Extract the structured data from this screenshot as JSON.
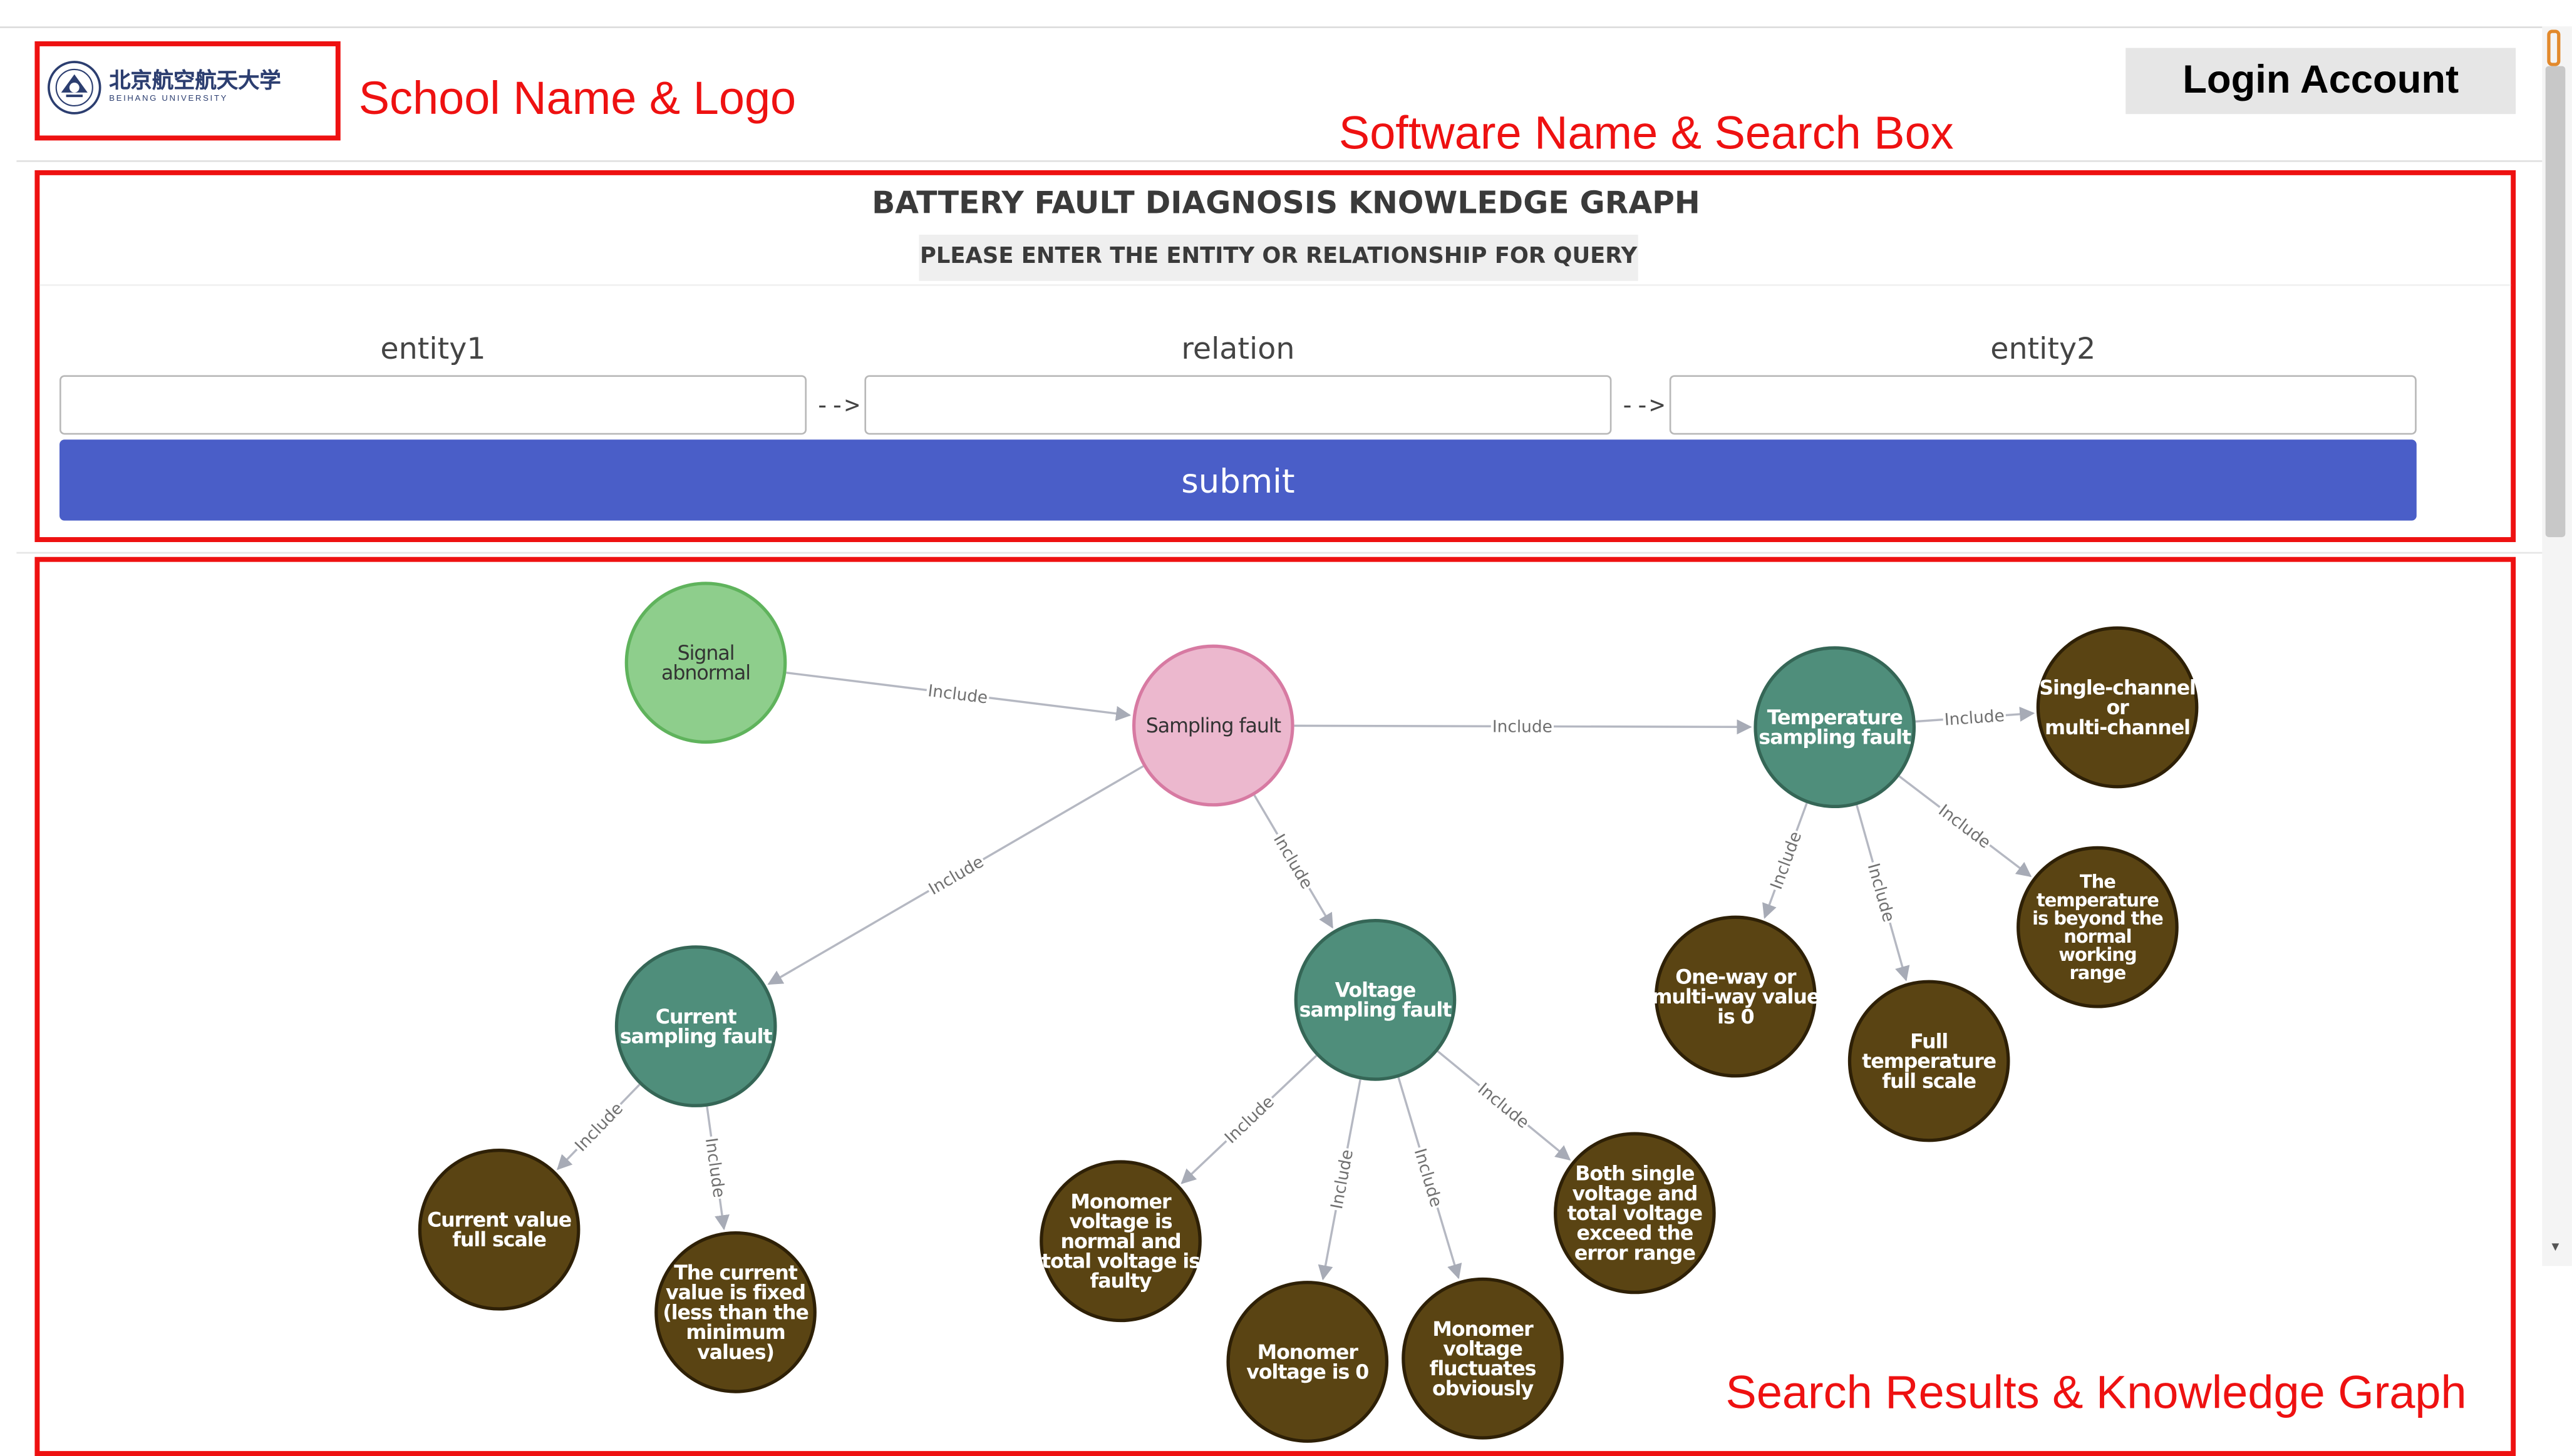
{
  "header": {
    "logo": {
      "name_cn": "北京航空航天大学",
      "name_en": "BEIHANG UNIVERSITY"
    },
    "login_label": "Login Account"
  },
  "annotations": {
    "school": "School Name & Logo",
    "software": "Software Name & Search Box",
    "results": "Search Results & Knowledge Graph",
    "color": "#ee1111"
  },
  "search": {
    "title": "BATTERY FAULT DIAGNOSIS KNOWLEDGE GRAPH",
    "subtitle": "PLEASE ENTER THE ENTITY OR RELATIONSHIP FOR QUERY",
    "entity1_label": "entity1",
    "relation_label": "relation",
    "entity2_label": "entity2",
    "arrow": "-->",
    "entity1_value": "",
    "relation_value": "",
    "entity2_value": "",
    "submit_label": "submit",
    "submit_color": "#4a5ec8"
  },
  "graph": {
    "colors": {
      "root": "#ecb8ce",
      "signal": "#8ece8c",
      "category": "#4f8e7b",
      "leaf": "#5a4413",
      "edge": "#b5b8c2"
    },
    "nodes": [
      {
        "id": "signal",
        "type": "signal",
        "lines": [
          "Signal",
          "abnormal"
        ]
      },
      {
        "id": "sampling",
        "type": "root",
        "lines": [
          "Sampling fault"
        ]
      },
      {
        "id": "temp",
        "type": "category",
        "lines": [
          "Temperature",
          "sampling fault"
        ]
      },
      {
        "id": "current",
        "type": "category",
        "lines": [
          "Current",
          "sampling fault"
        ]
      },
      {
        "id": "voltage",
        "type": "category",
        "lines": [
          "Voltage",
          "sampling fault"
        ]
      },
      {
        "id": "single_channel",
        "type": "leaf",
        "lines": [
          "Single-channel",
          "or",
          "multi-channel"
        ]
      },
      {
        "id": "beyond_range",
        "type": "leaf",
        "lines": [
          "The",
          "temperature",
          "is beyond the",
          "normal",
          "working",
          "range"
        ]
      },
      {
        "id": "one_way",
        "type": "leaf",
        "lines": [
          "One-way or",
          "multi-way value",
          "is 0"
        ]
      },
      {
        "id": "full_temp",
        "type": "leaf",
        "lines": [
          "Full",
          "temperature",
          "full scale"
        ]
      },
      {
        "id": "cur_full",
        "type": "leaf",
        "lines": [
          "Current value",
          "full scale"
        ]
      },
      {
        "id": "cur_fixed",
        "type": "leaf",
        "lines": [
          "The current",
          "value is fixed",
          "(less than the",
          "minimum",
          "values)"
        ]
      },
      {
        "id": "mono_faulty",
        "type": "leaf",
        "lines": [
          "Monomer",
          "voltage is",
          "normal and",
          "total voltage is",
          "faulty"
        ]
      },
      {
        "id": "mono_zero",
        "type": "leaf",
        "lines": [
          "Monomer",
          "voltage is 0"
        ]
      },
      {
        "id": "mono_fluct",
        "type": "leaf",
        "lines": [
          "Monomer",
          "voltage",
          "fluctuates",
          "obviously"
        ]
      },
      {
        "id": "both_exceed",
        "type": "leaf",
        "lines": [
          "Both single",
          "voltage and",
          "total voltage",
          "exceed the",
          "error range"
        ]
      }
    ],
    "edges": [
      {
        "from": "signal",
        "to": "sampling",
        "label": "Include"
      },
      {
        "from": "sampling",
        "to": "temp",
        "label": "Include"
      },
      {
        "from": "sampling",
        "to": "current",
        "label": "Include"
      },
      {
        "from": "sampling",
        "to": "voltage",
        "label": "Include"
      },
      {
        "from": "temp",
        "to": "single_channel",
        "label": "Include"
      },
      {
        "from": "temp",
        "to": "beyond_range",
        "label": "Include"
      },
      {
        "from": "temp",
        "to": "one_way",
        "label": "Include"
      },
      {
        "from": "temp",
        "to": "full_temp",
        "label": "Include"
      },
      {
        "from": "current",
        "to": "cur_full",
        "label": "Include"
      },
      {
        "from": "current",
        "to": "cur_fixed",
        "label": "Include"
      },
      {
        "from": "voltage",
        "to": "mono_faulty",
        "label": "Include"
      },
      {
        "from": "voltage",
        "to": "mono_zero",
        "label": "Include"
      },
      {
        "from": "voltage",
        "to": "mono_fluct",
        "label": "Include"
      },
      {
        "from": "voltage",
        "to": "both_exceed",
        "label": "Include"
      }
    ]
  }
}
